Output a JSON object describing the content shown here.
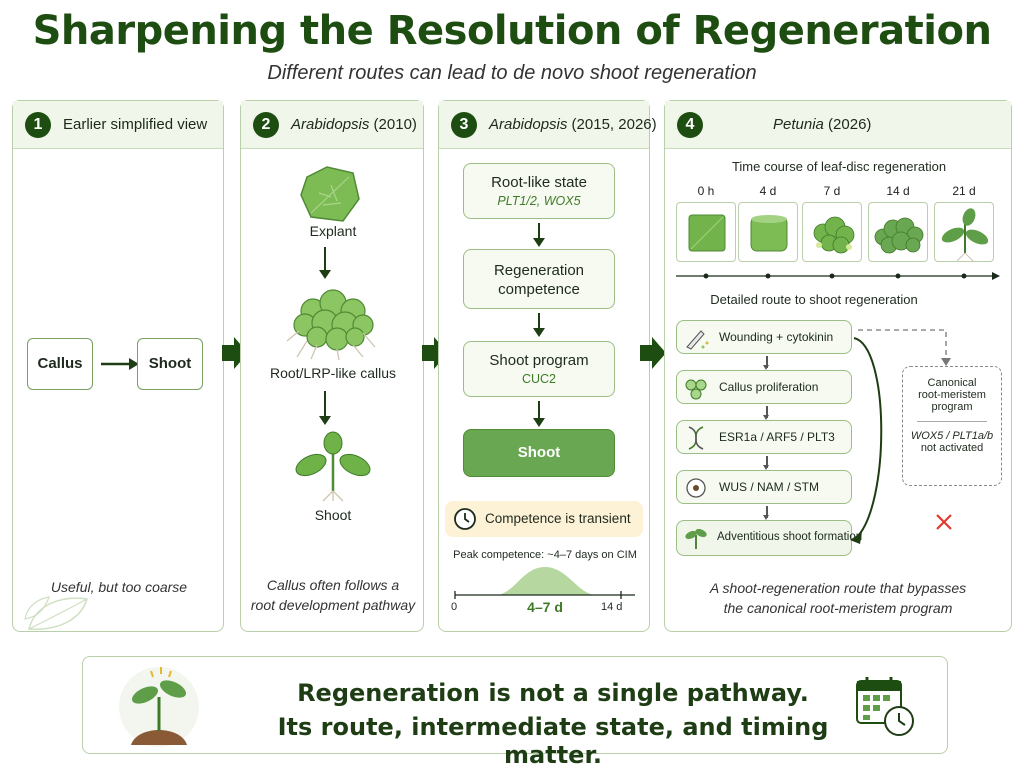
{
  "title": "Sharpening the Resolution of Regeneration",
  "subtitle": "Different routes can lead to de novo shoot regeneration",
  "panels": [
    {
      "num": "1",
      "title": "Earlier simplified view",
      "nodes": [
        "Callus",
        "Shoot"
      ],
      "caption": "Useful, but too coarse"
    },
    {
      "num": "2",
      "title_italic": "Arabidopsis",
      "title_rest": " (2010)",
      "labels": [
        "Explant",
        "Root/LRP-like callus",
        "Shoot"
      ],
      "caption_line1": "Callus often follows a",
      "caption_line2": "root development pathway"
    },
    {
      "num": "3",
      "title_italic": "Arabidopsis",
      "title_rest": " (2015, 2026)",
      "steps": [
        {
          "label": "Root-like state",
          "sub": "PLT1/2, WOX5"
        },
        {
          "label_line1": "Regeneration",
          "label_line2": "competence"
        },
        {
          "label": "Shoot program",
          "sub": "CUC2"
        },
        {
          "label": "Shoot"
        }
      ],
      "note": "Competence is transient",
      "peak_label": "Peak competence: ~4–7 days on CIM",
      "axis_start": "0",
      "axis_end": "14 d",
      "peak_range": "4–7 d"
    },
    {
      "num": "4",
      "title_italic": "Petunia",
      "title_rest": " (2026)",
      "timecourse_title": "Time course of leaf-disc regeneration",
      "timepoints": [
        "0 h",
        "4 d",
        "7 d",
        "14 d",
        "21 d"
      ],
      "route_title": "Detailed route to shoot regeneration",
      "route_steps": [
        "Wounding + cytokinin",
        "Callus proliferation",
        "ESR1a / ARF5 / PLT3",
        "WUS / NAM / STM",
        "Adventitious shoot formation"
      ],
      "canonical_line1": "Canonical",
      "canonical_line2": "root-meristem",
      "canonical_line3": "program",
      "canonical_note_line1": "WOX5 / PLT1a/b",
      "canonical_note_line2": "not activated",
      "caption_line1": "A shoot-regeneration route that bypasses",
      "caption_line2": "the canonical root-meristem program"
    }
  ],
  "bottom": {
    "line1": "Regeneration is not a single pathway.",
    "line2": "Its route, intermediate state, and timing matter."
  },
  "colors": {
    "dark_green": "#1e4d12",
    "mid_green": "#5f9e48",
    "light_green_fill": "#f6faf0",
    "border_green": "#9cbd86",
    "note_fill": "#fdf1d6",
    "cross_red": "#e03a2f"
  }
}
